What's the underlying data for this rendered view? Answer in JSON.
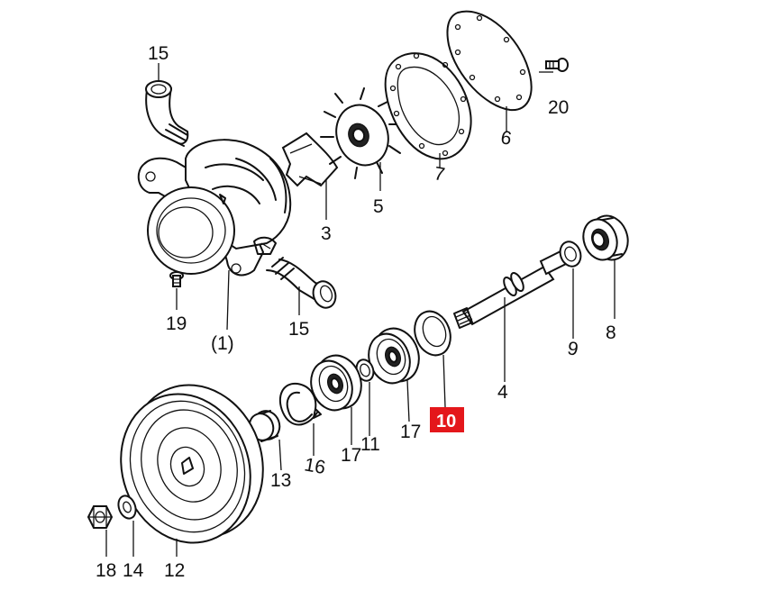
{
  "diagram": {
    "highlight_color": "#e4171b",
    "line_color": "#111111",
    "labels": {
      "part_15_top": "15",
      "part_15_bottom": "15",
      "part_19": "19",
      "part_1": "(1)",
      "part_3": "3",
      "part_5": "5",
      "part_7": "7",
      "part_6": "6",
      "part_20": "20",
      "part_8": "8",
      "part_9": "9",
      "part_4": "4",
      "part_10": "10",
      "part_17_right": "17",
      "part_11": "11",
      "part_17_left": "17",
      "part_16": "16",
      "part_13": "13",
      "part_12": "12",
      "part_14": "14",
      "part_18": "18"
    }
  }
}
